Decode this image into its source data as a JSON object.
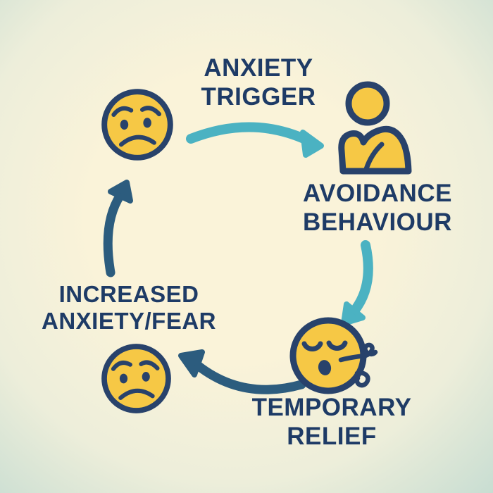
{
  "diagram": {
    "type": "cycle",
    "stages": [
      {
        "id": "anxiety-trigger",
        "lines": [
          "ANXIETY",
          "TRIGGER"
        ],
        "icon": "worried-face"
      },
      {
        "id": "avoidance-behaviour",
        "lines": [
          "AVOIDANCE",
          "BEHAVIOUR"
        ],
        "icon": "person-arms-crossed"
      },
      {
        "id": "temporary-relief",
        "lines": [
          "TEMPORARY",
          "RELIEF"
        ],
        "icon": "relieved-face-exhaling"
      },
      {
        "id": "increased-anxiety-fear",
        "lines": [
          "INCREASED",
          "ANXIETY/FEAR"
        ],
        "icon": "worried-face"
      }
    ],
    "arrows": [
      {
        "from": "anxiety-trigger",
        "to": "avoidance-behaviour",
        "color": "teal"
      },
      {
        "from": "avoidance-behaviour",
        "to": "temporary-relief",
        "color": "teal"
      },
      {
        "from": "temporary-relief",
        "to": "increased-anxiety-fear",
        "color": "dark-blue"
      },
      {
        "from": "increased-anxiety-fear",
        "to": "anxiety-trigger",
        "color": "dark-blue"
      }
    ]
  },
  "colors": {
    "background_center": "#faf3d9",
    "background_edge": "#c8ddd2",
    "label_text": "#1e3b66",
    "icon_outline": "#28426b",
    "icon_fill": "#f6c845",
    "arrow_teal": "#4bb2c2",
    "arrow_dark": "#2c5c7e"
  }
}
